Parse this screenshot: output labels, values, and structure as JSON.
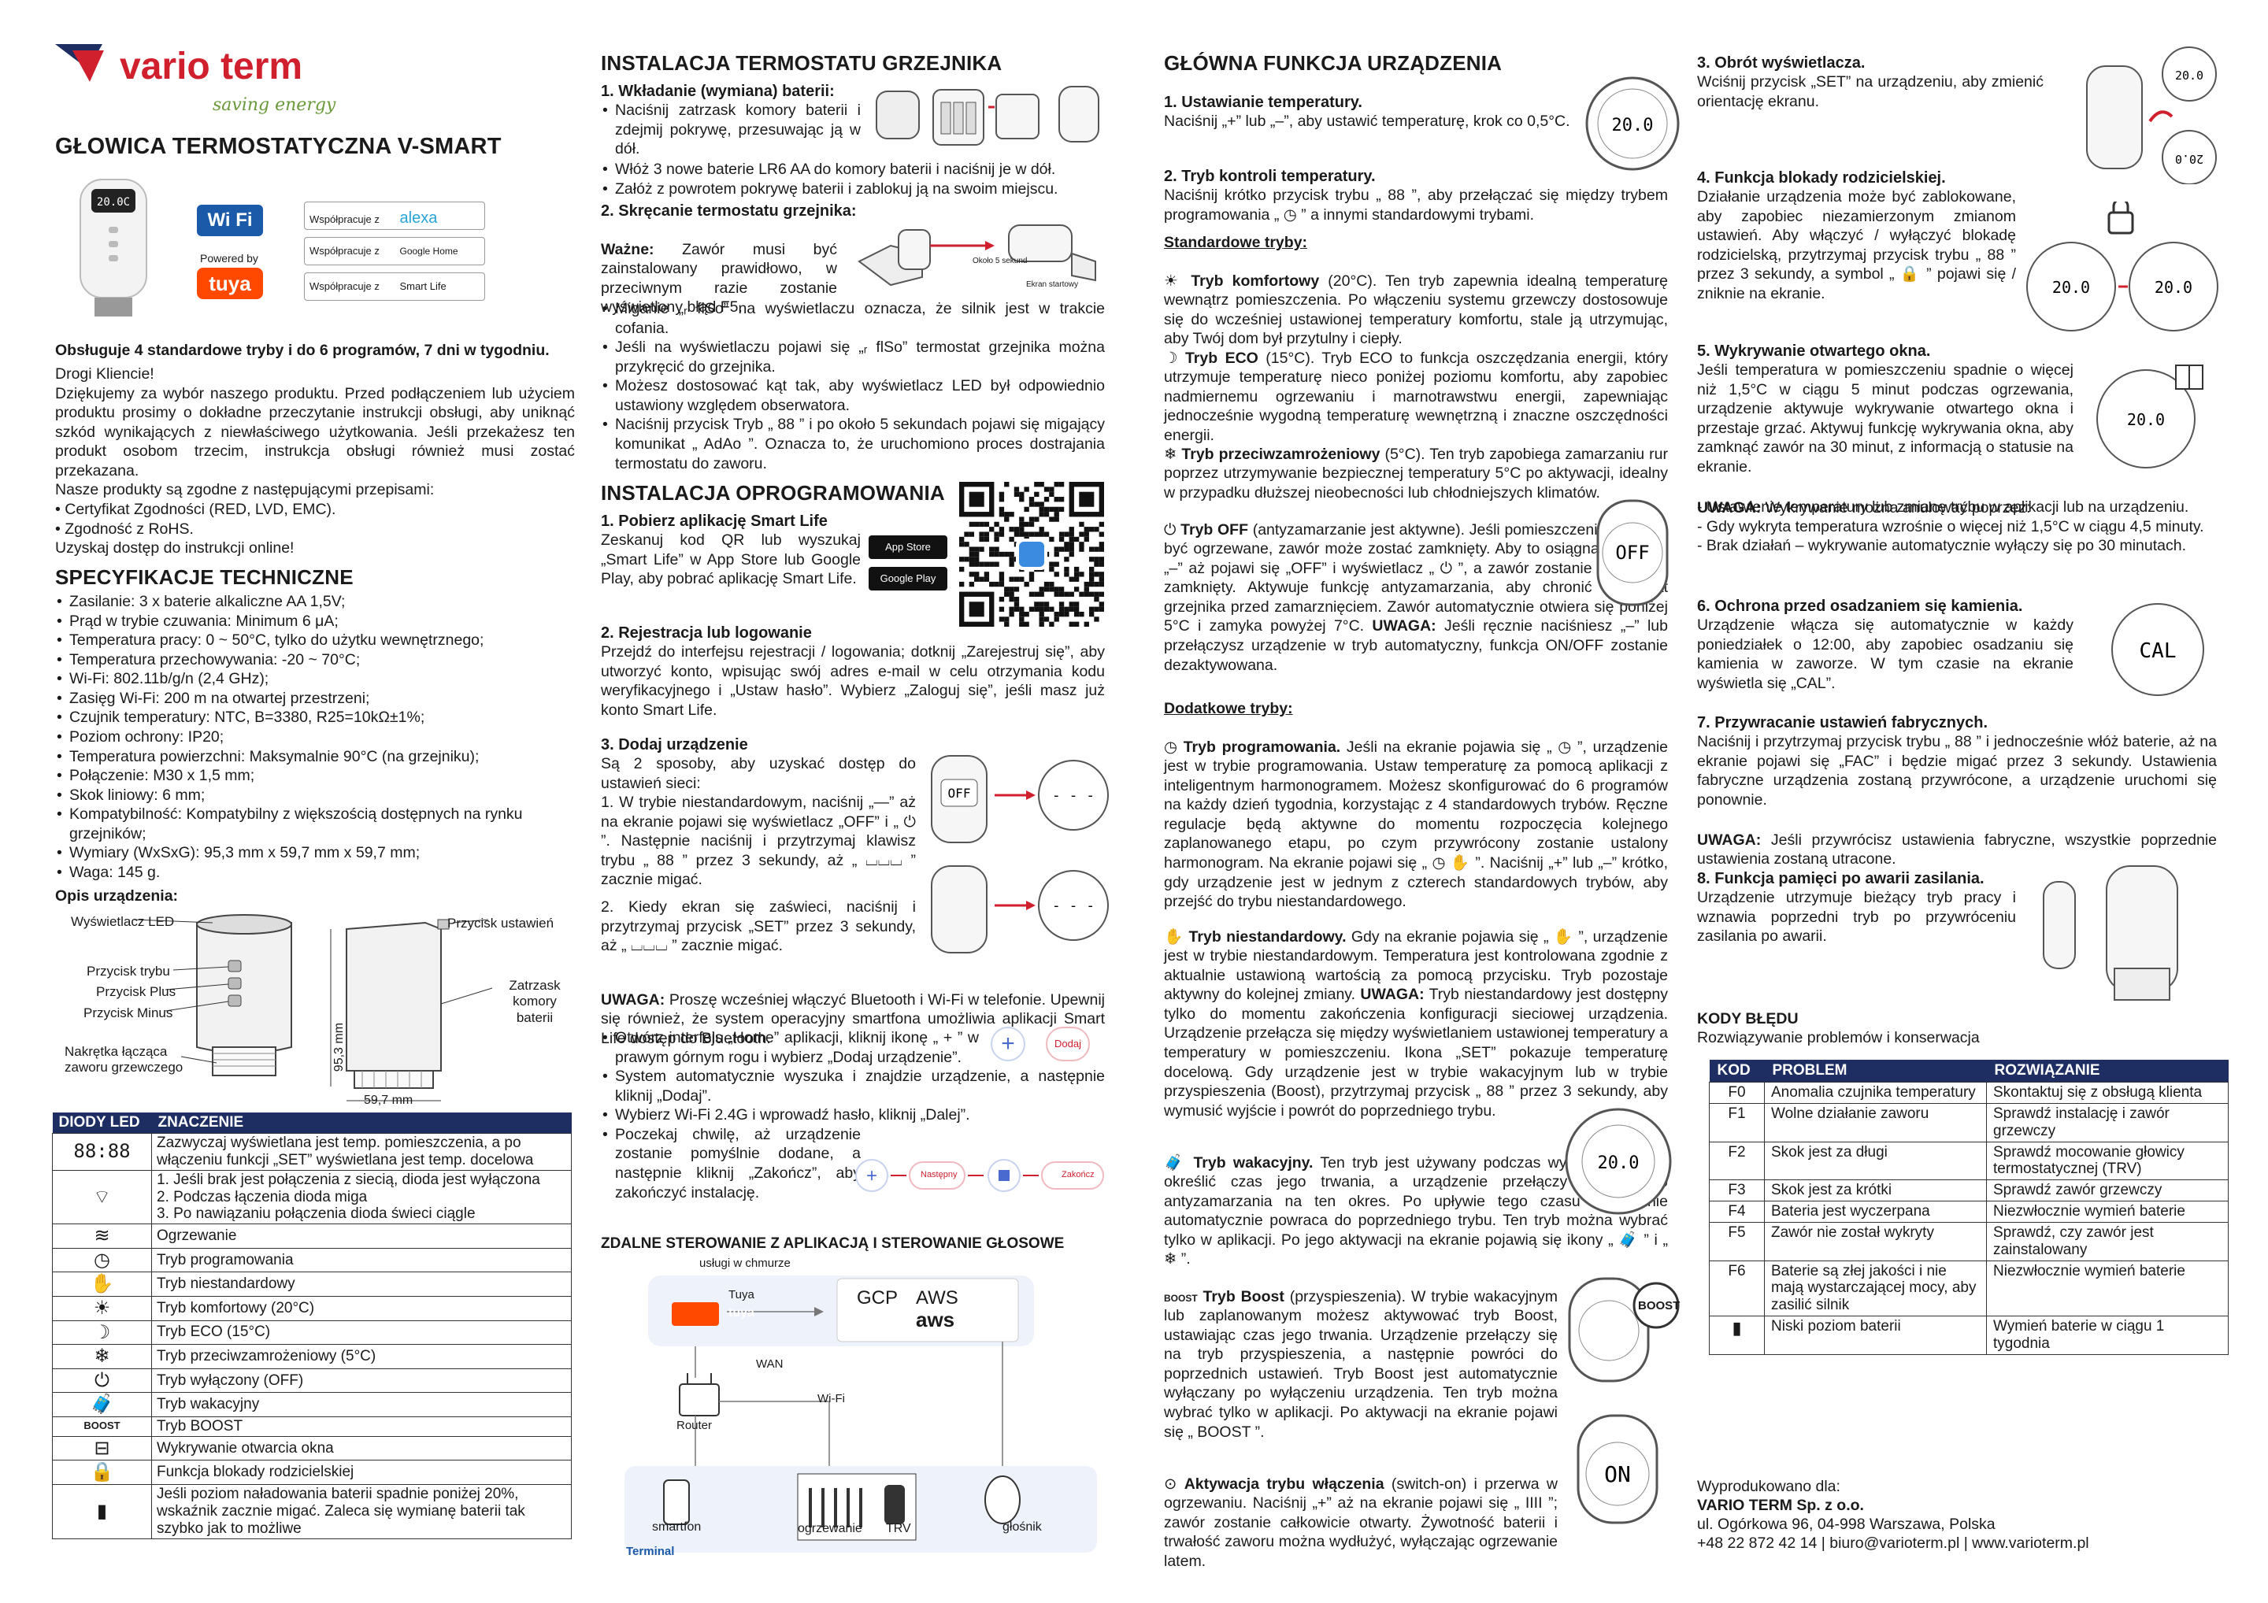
{
  "brand": {
    "name": "vario term",
    "slogan": "saving energy"
  },
  "col1": {
    "title": "GŁOWICA TERMOSTATYCZNA V-SMART",
    "badges": {
      "wifi": "Wi Fi",
      "powered_by": "Powered by",
      "tuya": "tuya",
      "works_with": "Współpracuje z",
      "alexa": "alexa",
      "google": "Google Home",
      "smartlife": "Smart Life"
    },
    "intro_bold": "Obsługuje 4 standardowe tryby i do 6 programów, 7 dni w tygodniu.",
    "intro": "Drogi Kliencie!\nDziękujemy za wybór naszego produktu. Przed podłączeniem lub użyciem produktu prosimy o dokładne przeczytanie instrukcji obsługi, aby uniknąć szkód wynikających z niewłaściwego użytkowania. Jeśli przekażesz ten produkt osobom trzecim, instrukcja obsługi również musi zostać przekazana.\nNasze produkty są zgodne z następującymi przepisami:\n• Certyfikat Zgodności (RED, LVD, EMC).\n• Zgodność z RoHS.\nUzyskaj dostęp do instrukcji online!",
    "spec_title": "SPECYFIKACJE TECHNICZNE",
    "specs": [
      "Zasilanie: 3 x baterie alkaliczne AA 1,5V;",
      "Prąd w trybie czuwania: Minimum 6 μA;",
      "Temperatura pracy: 0 ~ 50°C, tylko do użytku wewnętrznego;",
      "Temperatura przechowywania: -20 ~ 70°C;",
      "Wi-Fi: 802.11b/g/n (2,4 GHz);",
      "Zasięg Wi-Fi: 200 m na otwartej przestrzeni;",
      "Czujnik temperatury: NTC, B=3380, R25=10kΩ±1%;",
      "Poziom ochrony: IP20;",
      "Temperatura powierzchni: Maksymalnie 90°C (na grzejniku);",
      "Połączenie: M30 x 1,5 mm;",
      "Skok liniowy: 6 mm;",
      "Kompatybilność: Kompatybilny z większością dostępnych na rynku grzejników;",
      "Wymiary (WxSxG): 95,3 mm x 59,7 mm x 59,7 mm;",
      "Waga: 145 g."
    ],
    "desc_title": "Opis urządzenia:",
    "labels": {
      "display": "Wyświetlacz LED",
      "mode": "Przycisk trybu",
      "plus": "Przycisk Plus",
      "minus": "Przycisk Minus",
      "nut": "Nakrętka łącząca\nzaworu grzewczego",
      "set": "Przycisk ustawień",
      "latch": "Zatrzask\nkomory baterii",
      "height": "95,3 mm",
      "width": "59,7 mm"
    },
    "led_table": {
      "head": [
        "DIODY LED",
        "ZNACZENIE"
      ],
      "rows": [
        {
          "icon": "88:88",
          "text": "Zazwyczaj wyświetlana jest temp. pomieszczenia, a po włączeniu funkcji „SET” wyświetlana jest temp. docelowa"
        },
        {
          "icon": "wifi-icon",
          "text": "1. Jeśli brak jest połączenia z siecią, dioda jest wyłączona\n2. Podczas łączenia dioda miga\n3. Po nawiązaniu połączenia dioda świeci ciągle"
        },
        {
          "icon": "heating-icon",
          "text": "Ogrzewanie"
        },
        {
          "icon": "clock-icon",
          "text": "Tryb programowania"
        },
        {
          "icon": "hand-icon",
          "text": "Tryb niestandardowy"
        },
        {
          "icon": "sun-icon",
          "text": "Tryb komfortowy (20°C)"
        },
        {
          "icon": "moon-icon",
          "text": "Tryb ECO (15°C)"
        },
        {
          "icon": "snowflake-icon",
          "text": "Tryb przeciwzamrożeniowy (5°C)"
        },
        {
          "icon": "power-icon",
          "text": "Tryb wyłączony (OFF)"
        },
        {
          "icon": "suitcase-icon",
          "text": "Tryb wakacyjny"
        },
        {
          "icon": "BOOST",
          "text": "Tryb BOOST"
        },
        {
          "icon": "window-icon",
          "text": "Wykrywanie otwarcia okna"
        },
        {
          "icon": "lock-icon",
          "text": "Funkcja blokady rodzicielskiej"
        },
        {
          "icon": "battery-icon",
          "text": "Jeśli poziom naładowania baterii spadnie poniżej 20%, wskaźnik zacznie migać. Zaleca się wymianę baterii tak szybko jak to możliwe"
        }
      ]
    }
  },
  "col2": {
    "title1": "INSTALACJA TERMOSTATU GRZEJNIKA",
    "s1_title": "1. Wkładanie (wymiana) baterii:",
    "s1_items": [
      "Naciśnij zatrzask komory baterii i zdejmij pokrywę, przesuwając ją w dół.",
      "Włóż 3 nowe baterie LR6 AA do komory baterii i naciśnij je w dół.",
      "Załóż z powrotem pokrywę baterii i zablokuj ją na swoim miejscu."
    ],
    "s2_title": "2. Skręcanie termostatu grzejnika:",
    "s2_important": "Ważne:",
    "s2_text": "Zawór musi być zainstalowany prawidłowo, w przeciwnym razie zostanie wyświetlony błąd F5.",
    "s2_items": [
      "Miganie „ᵣ flSo” na wyświetlaczu oznacza, że silnik jest w trakcie cofania.",
      "Jeśli na wyświetlaczu pojawi się „ᵣ flSo” termostat grzejnika można przykręcić do grzejnika.",
      "Możesz dostosować kąt tak, aby wyświetlacz LED był odpowiednio ustawiony względem obserwatora.",
      "Naciśnij przycisk Tryb „ 88 ” i po około 5 sekundach pojawi się migający komunikat „ AdAo ”. Oznacza to, że uruchomiono proces dostrajania termostatu do zaworu."
    ],
    "img_labels": {
      "about5": "Około 5 sekund",
      "start": "Ekran startowy"
    },
    "title2": "INSTALACJA OPROGRAMOWANIA",
    "a1_title": "1. Pobierz aplikację Smart Life",
    "a1_text": "Zeskanuj kod QR lub wyszukaj „Smart Life” w App Store lub Google Play, aby pobrać aplikację Smart Life.",
    "appstore": "App Store",
    "googleplay": "Google Play",
    "a2_title": "2. Rejestracja lub logowanie",
    "a2_text": "Przejdź do interfejsu rejestracji / logowania; dotknij „Zarejestruj się”, aby utworzyć konto, wpisując swój adres e-mail w celu otrzymania kodu weryfikacyjnego i „Ustaw hasło”. Wybierz „Zaloguj się”, jeśli masz już konto Smart Life.",
    "a3_title": "3. Dodaj urządzenie",
    "a3_text1": "Są 2 sposoby, aby uzyskać dostęp do ustawień sieci:\n1. W trybie niestandardowym, naciśnij „—” aż na ekranie pojawi się wyświetlacz „OFF” i „ ⏻ ”. Następnie naciśnij i przytrzymaj klawisz trybu „ 88 ” przez 3 sekundy, aż „ ⌴⌴⌴ ” zacznie migać.",
    "a3_text2": "2. Kiedy ekran się zaświeci, naciśnij i przytrzymaj przycisk „SET” przez 3 sekundy, aż „ ⌴⌴⌴ ” zacznie migać.",
    "uwaga_label": "UWAGA:",
    "uwaga_text": "Proszę wcześniej włączyć Bluetooth i Wi-Fi w telefonie. Upewnij się również, że system operacyjny smartfona umożliwia aplikacji Smart Life dostęp do Bluetooth.",
    "a3_items": [
      "Otwórz interfejs „Home” aplikacji, kliknij ikonę „ + ” w prawym górnym rogu i wybierz „Dodaj urządzenie”.",
      "System automatycznie wyszuka i znajdzie urządzenie, a następnie kliknij „Dodaj”.",
      "Wybierz Wi-Fi 2.4G i wprowadź hasło, kliknij „Dalej”.",
      "Poczekaj chwilę, aż urządzenie zostanie pomyślnie dodane, a następnie kliknij „Zakończ”, aby zakończyć instalację."
    ],
    "btn_dodaj": "Dodaj",
    "btn_nastepny": "Następny",
    "btn_zakoncz": "Zakończ",
    "diagram_title": "ZDALNE STEROWANIE Z APLIKACJĄ I STEROWANIE GŁOSOWE",
    "diagram": {
      "cloud": "usługi w chmurze",
      "tuya_label": "Tuya",
      "tuya": "tuya",
      "gcp": "GCP",
      "aws_label": "AWS",
      "aws": "aws",
      "wan": "WAN",
      "wifi": "Wi-Fi",
      "router": "Router",
      "smartfon": "smartfon",
      "ogrzewanie": "ogrzewanie",
      "trv": "TRV",
      "glosnik": "głośnik",
      "terminal": "Terminal"
    },
    "display_off": "OFF",
    "display_dashes": "- - -"
  },
  "col3": {
    "title": "GŁÓWNA FUNKCJA URZĄDZENIA",
    "f1_title": "1. Ustawianie temperatury.",
    "f1_text": "Naciśnij „+” lub „–”, aby ustawić temperaturę, krok co 0,5°C.",
    "f2_title": "2. Tryb kontroli temperatury.",
    "f2_text": "Naciśnij krótko przycisk trybu „ 88 ”, aby przełączać się między trybem programowania „ ◷ ” a innymi standardowymi trybami.",
    "std_title": "Standardowe tryby:",
    "comfort_t": "Tryb komfortowy",
    "comfort": " (20°C). Ten tryb zapewnia idealną temperaturę wewnątrz pomieszczenia. Po włączeniu systemu grzewczy dostosowuje się do wcześniej ustawionej temperatury komfortu, stale ją utrzymując, aby Twój dom był przytulny i ciepły.",
    "eco_t": "Tryb ECO",
    "eco": " (15°C). Tryb ECO to funkcja oszczędzania energii, który utrzymuje temperaturę nieco poniżej poziomu komfortu, aby zapobiec nadmiernemu ogrzewaniu i marnotrawstwu energii, zapewniając jednocześnie wygodną temperaturę wewnętrzną i znaczne oszczędności energii.",
    "frost_t": "Tryb przeciwzamrożeniowy",
    "frost": " (5°C). Ten tryb zapobiega zamarzaniu rur poprzez utrzymywanie bezpiecznej temperatury 5°C po aktywacji, idealny w przypadku dłuższej nieobecności lub chłodniejszych klimatów.",
    "off_t": "Tryb OFF",
    "off": " (antyzamarzanie jest aktywne). Jeśli pomieszczenie nie musi być ogrzewane, zawór może zostać zamknięty. Aby to osiągnąć, naciśnij „–” aż pojawi się „OFF” i wyświetlacz „ ⏻ ”, a zawór zostanie całkowicie zamknięty. Aktywuje funkcję antyzamarzania, aby chronić termostat grzejnika przed zamarznięciem. Zawór automatycznie otwiera się poniżej 5°C i zamyka powyżej 7°C. ",
    "off_uwaga": "UWAGA:",
    "off_tail": " Jeśli ręcznie naciśniesz „–” lub przełączysz urządzenie w tryb automatyczny, funkcja ON/OFF zostanie dezaktywowana.",
    "add_title": "Dodatkowe tryby:",
    "prog_t": "Tryb programowania.",
    "prog": " Jeśli na ekranie pojawia się „ ◷ ”, urządzenie jest w trybie programowania. Ustaw temperaturę za pomocą aplikacji z inteligentnym harmonogramem. Możesz skonfigurować do 6 programów na każdy dzień tygodnia, korzystając z 4 standardowych trybów. Ręczne regulacje będą aktywne do momentu rozpoczęcia kolejnego zaplanowanego etapu, po czym przywrócony zostanie ustalony harmonogram. Na ekranie pojawi się „ ◷ ✋ ”. Naciśnij „+” lub „–” krótko, gdy urządzenie jest w jednym z czterech standardowych trybów, aby przejść do trybu niestandardowego.",
    "custom_t": "Tryb niestandardowy.",
    "custom": " Gdy na ekranie pojawia się „ ✋ ”, urządzenie jest w trybie niestandardowym. Temperatura jest kontrolowana zgodnie z aktualnie ustawioną wartością za pomocą przycisku. Tryb pozostaje aktywny do kolejnej zmiany. ",
    "custom_uwaga": "UWAGA:",
    "custom_tail": " Tryb niestandardowy jest dostępny tylko do momentu zakończenia konfiguracji sieciowej urządzenia. Urządzenie przełącza się między wyświetlaniem ustawionej temperatury a temperatury w pomieszczeniu. Ikona „SET” pokazuje temperaturę docelową. Gdy urządzenie jest w trybie wakacyjnym lub w trybie przyspieszenia (Boost), przytrzymaj przycisk „ 88 ” przez 3 sekundy, aby wymusić wyjście i powrót do poprzedniego trybu.",
    "vac_t": "Tryb wakacyjny.",
    "vac": " Ten tryb jest używany podczas wyjazdu. Możesz określić czas jego trwania, a urządzenie przełączy się w tryb antyzamarzania na ten okres. Po upływie tego czasu urządzenie automatycznie powraca do poprzedniego trybu. Ten tryb można wybrać tylko w aplikacji. Po jego aktywacji na ekranie pojawią się ikony „ 🧳 ” i „ ❄ ”.",
    "boost_t": "Tryb Boost",
    "boost": " (przyspieszenia). W trybie wakacyjnym lub zaplanowanym możesz aktywować tryb Boost, ustawiając czas jego trwania. Urządzenie przełączy się na tryb przyspieszenia, a następnie powróci do poprzednich ustawień. Tryb Boost jest automatycznie wyłączany po wyłączeniu urządzenia. Ten tryb można wybrać tylko w aplikacji. Po aktywacji na ekranie pojawi się „ BOOST ”.",
    "on_t": "Aktywacja trybu włączenia",
    "on": " (switch-on) i przerwa w ogrzewaniu. Naciśnij „+” aż na ekranie pojawi się „ IIII ”; zawór zostanie całkowicie otwarty. Żywotność baterii i trwałość zaworu można wydłużyć, wyłączając ogrzewanie latem.",
    "boost_badge": "BOOST",
    "boost_icon": "BOOST",
    "disp": {
      "t1": "20.0",
      "t2": "20.0",
      "off": "OFF",
      "on": "ON"
    }
  },
  "col4": {
    "r3_title": "3. Obrót wyświetlacza.",
    "r3_text": "Wciśnij przycisk „SET” na urządzeniu, aby zmienić orientację ekranu.",
    "r4_title": "4. Funkcja blokady rodzicielskiej.",
    "r4_text": "Działanie urządzenia może być zablokowane, aby zapobiec niezamierzonym zmianom ustawień. Aby włączyć / wyłączyć blokadę rodzicielską, przytrzymaj przycisk trybu „ 88 ” przez 3 sekundy, a symbol „ 🔒 ” pojawi się / zniknie na ekranie.",
    "r5_title": "5. Wykrywanie otwartego okna.",
    "r5_text": "Jeśli temperatura w pomieszczeniu spadnie o więcej niż 1,5°C w ciągu 5 minut podczas ogrzewania, urządzenie aktywuje wykrywanie otwartego okna i przestaje grzać. Aktywuj funkcję wykrywania okna, aby zamknąć zawór na 30 minut, z informacją o statusie na ekranie.",
    "r5_uwaga": "UWAGA:",
    "r5_uwaga_text": " Wykrywanie można anulować poprzez:",
    "r5_list": "- Ustawienie temperatury lub zmianę trybu w aplikacji lub na urządzeniu.\n- Gdy wykryta temperatura wzrośnie o więcej niż 1,5°C w ciągu 4,5 minuty.\n- Brak działań – wykrywanie automatycznie wyłączy się po 30 minutach.",
    "r6_title": "6. Ochrona przed osadzaniem się kamienia.",
    "r6_text": "Urządzenie włącza się automatycznie w każdy poniedziałek o 12:00, aby zapobiec osadzaniu się kamienia w zaworze. W tym czasie na ekranie wyświetla się „CAL”.",
    "r7_title": "7. Przywracanie ustawień fabrycznych.",
    "r7_text": "Naciśnij i przytrzymaj przycisk trybu „ 88 ” i jednocześnie włóż baterie, aż na ekranie pojawi się „FAC” i będzie migać przez 3 sekundy. Ustawienia fabryczne urządzenia zostaną przywrócone, a urządzenie uruchomi się ponownie.",
    "r7_uwaga": "UWAGA:",
    "r7_uwaga_text": " Jeśli przywrócisz ustawienia fabryczne, wszystkie poprzednie ustawienia zostaną utracone.",
    "r8_title": "8. Funkcja pamięci po awarii zasilania.",
    "r8_text": "Urządzenie utrzymuje bieżący tryb pracy i wznawia poprzedni tryb po przywróceniu zasilania po awarii.",
    "err_title": "KODY BŁĘDU",
    "err_sub": "Rozwiązywanie problemów i konserwacja",
    "err_head": [
      "KOD",
      "PROBLEM",
      "ROZWIĄZANIE"
    ],
    "err_rows": [
      [
        "F0",
        "Anomalia czujnika temperatury",
        "Skontaktuj się z obsługą klienta"
      ],
      [
        "F1",
        "Wolne działanie zaworu",
        "Sprawdź instalację i zawór grzewczy"
      ],
      [
        "F2",
        "Skok jest za długi",
        "Sprawdź mocowanie głowicy termostatycznej (TRV)"
      ],
      [
        "F3",
        "Skok jest za krótki",
        "Sprawdź zawór grzewczy"
      ],
      [
        "F4",
        "Bateria jest wyczerpana",
        "Niezwłocznie wymień baterie"
      ],
      [
        "F5",
        "Zawór nie został wykryty",
        "Sprawdź, czy zawór jest zainstalowany"
      ],
      [
        "F6",
        "Baterie są złej jakości i nie mają wystarczającej mocy, aby zasilić silnik",
        "Niezwłocznie wymień baterie"
      ],
      [
        "battery-icon",
        "Niski poziom baterii",
        "Wymień baterie w ciągu 1 tygodnia"
      ]
    ],
    "maker": "Wyprodukowano dla:",
    "maker_name": "VARIO TERM Sp. z o.o.",
    "maker_addr": "ul. Ogórkowa 96, 04-998 Warszawa, Polska",
    "maker_contact": "+48 22 872 42 14  |  biuro@varioterm.pl  |  www.varioterm.pl",
    "disp": {
      "t": "20.0",
      "rot": "20.0",
      "cal": "CAL"
    }
  },
  "colors": {
    "navy": "#1e2e63",
    "red": "#d0202e",
    "green": "#6a9a3c",
    "blue": "#1a5aa8",
    "tuya": "#ff4800"
  }
}
